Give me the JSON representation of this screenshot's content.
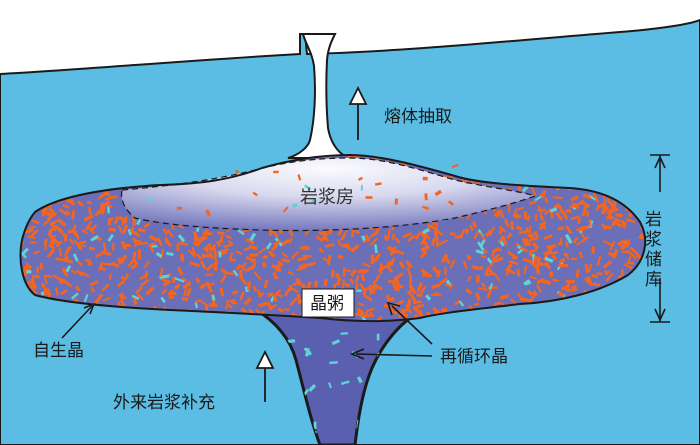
{
  "labels": {
    "melt_extraction": "熔体抽取",
    "magma_chamber": "岩浆房",
    "magma_reservoir": "岩浆储库",
    "crystal_mush": "晶粥",
    "autocryst": "自生晶",
    "antecryst": "再循环晶",
    "recharge": "外来岩浆补充"
  },
  "colors": {
    "sky": "#ffffff",
    "crust": "#5bbde4",
    "mush_orange": "#f26523",
    "mush_purple": "#6a6fb8",
    "conduit_purple": "#5b5fb0",
    "chamber_light": "#f2f2fa",
    "chamber_dark": "#6d71b9",
    "crystal_cyan": "#5fd4d4"
  }
}
